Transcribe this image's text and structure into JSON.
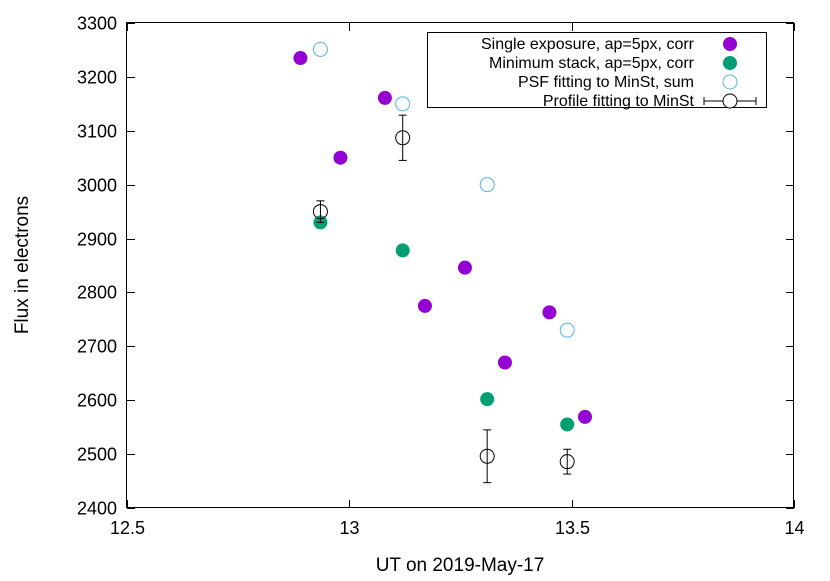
{
  "chart_data": {
    "type": "scatter",
    "xlabel": "UT on 2019-May-17",
    "ylabel": "Flux in electrons",
    "xlim": [
      12.5,
      14
    ],
    "ylim": [
      2400,
      3300
    ],
    "xticks": [
      12.5,
      13,
      13.5,
      14
    ],
    "xtick_labels": [
      "12.5",
      "13",
      "13.5",
      "14"
    ],
    "yticks": [
      2400,
      2500,
      2600,
      2700,
      2800,
      2900,
      3000,
      3100,
      3200,
      3300
    ],
    "ytick_labels": [
      "2400",
      "2500",
      "2600",
      "2700",
      "2800",
      "2900",
      "3000",
      "3100",
      "3200",
      "3300"
    ],
    "grid": false,
    "legend_position": "top-right",
    "series": [
      {
        "name": "Single exposure, ap=5px, corr",
        "marker": "filled-circle",
        "color": "#9400d3",
        "points": [
          {
            "x": 12.89,
            "y": 3235
          },
          {
            "x": 13.08,
            "y": 3161
          },
          {
            "x": 12.98,
            "y": 3050
          },
          {
            "x": 13.26,
            "y": 2846
          },
          {
            "x": 13.17,
            "y": 2775
          },
          {
            "x": 13.45,
            "y": 2763
          },
          {
            "x": 13.35,
            "y": 2670
          },
          {
            "x": 13.53,
            "y": 2569
          }
        ]
      },
      {
        "name": "Minimum stack, ap=5px, corr",
        "marker": "filled-circle",
        "color": "#009e73",
        "points": [
          {
            "x": 12.935,
            "y": 2930
          },
          {
            "x": 13.12,
            "y": 2878
          },
          {
            "x": 13.31,
            "y": 2602
          },
          {
            "x": 13.49,
            "y": 2555
          }
        ]
      },
      {
        "name": "PSF fitting to MinSt, sum",
        "marker": "open-circle",
        "color": "#56b4e9",
        "points": [
          {
            "x": 12.935,
            "y": 3251
          },
          {
            "x": 13.12,
            "y": 3150
          },
          {
            "x": 13.31,
            "y": 3000
          },
          {
            "x": 13.49,
            "y": 2730
          }
        ]
      },
      {
        "name": "Profile fitting to MinSt",
        "marker": "open-circle-errorbar",
        "color": "#000000",
        "points": [
          {
            "x": 12.935,
            "y": 2950,
            "err": 20
          },
          {
            "x": 13.12,
            "y": 3087,
            "err": 42
          },
          {
            "x": 13.31,
            "y": 2496,
            "err": 49
          },
          {
            "x": 13.49,
            "y": 2486,
            "err": 23
          }
        ]
      }
    ]
  }
}
